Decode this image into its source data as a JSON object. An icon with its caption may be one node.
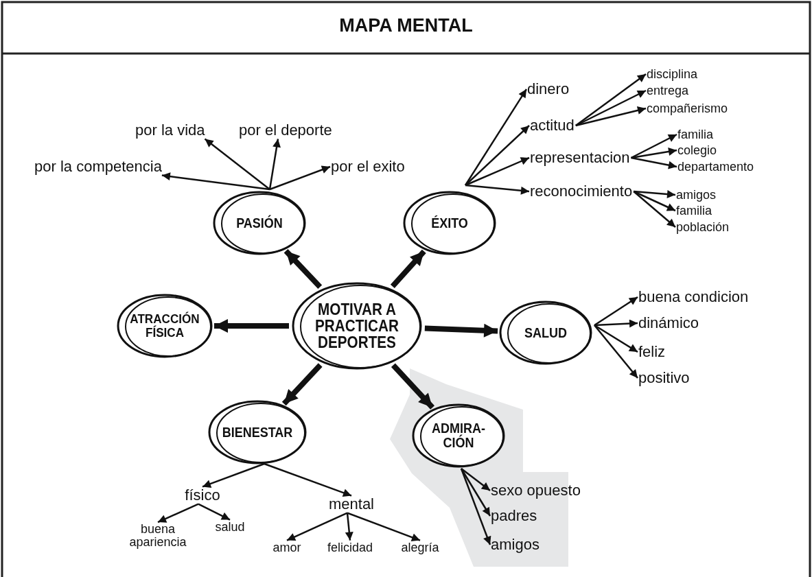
{
  "diagram": {
    "title": "MAPA MENTAL",
    "nodes": [
      {
        "text": [
          "MOTIVAR A PRACTICAR DEPORTES"
        ]
      },
      {
        "text": [
          "PASIÓN"
        ]
      },
      {
        "text": [
          "ÉXITO"
        ]
      },
      {
        "text": [
          "ATRACCIÓN FÍSICA"
        ]
      },
      {
        "text": [
          "SALUD"
        ]
      },
      {
        "text": [
          "BIENESTAR"
        ]
      },
      {
        "text": [],
        "shape": "box"
      },
      {
        "text": [
          "ADMIRA- CIÓN"
        ],
        "in": 6
      },
      {
        "text": [
          "por la vida"
        ]
      },
      {
        "text": [
          "por el deporte"
        ]
      },
      {
        "text": [
          "por la competencia"
        ]
      },
      {
        "text": [
          "por el exito"
        ]
      },
      {
        "text": [
          "dinero"
        ]
      },
      {
        "text": [
          "actitud"
        ]
      },
      {
        "text": [
          "representacion"
        ]
      },
      {
        "text": [
          "reconocimiento"
        ]
      },
      {
        "text": [
          "disciplina"
        ]
      },
      {
        "text": [
          "entrega"
        ]
      },
      {
        "text": [
          "compañerismo"
        ]
      },
      {
        "text": [
          "familia"
        ]
      },
      {
        "text": [
          "colegio"
        ]
      },
      {
        "text": [
          "departamento"
        ]
      },
      {
        "text": [
          "amigos"
        ]
      },
      {
        "text": [
          "familia"
        ]
      },
      {
        "text": [
          "población"
        ]
      },
      {
        "text": [
          "buena condicion"
        ]
      },
      {
        "text": [
          "dinámico"
        ]
      },
      {
        "text": [
          "feliz"
        ]
      },
      {
        "text": [
          "positivo"
        ]
      },
      {
        "text": [
          "físico"
        ]
      },
      {
        "text": [
          "mental"
        ]
      },
      {
        "text": [
          "buena apariencia"
        ]
      },
      {
        "text": [
          "salud"
        ]
      },
      {
        "text": [
          "amor"
        ]
      },
      {
        "text": [
          "felicidad"
        ]
      },
      {
        "text": [
          "alegría"
        ]
      },
      {
        "text": [
          "sexo opuesto"
        ],
        "in": 6
      },
      {
        "text": [
          "padres"
        ],
        "in": 6
      },
      {
        "text": [
          "amigos"
        ],
        "in": 6
      }
    ],
    "edges": [
      {
        "from": 0,
        "to": 1,
        "arrow": "to",
        "style": "thick"
      },
      {
        "from": 0,
        "to": 2,
        "arrow": "to",
        "style": "thick"
      },
      {
        "from": 0,
        "to": 3,
        "arrow": "to",
        "style": "thick"
      },
      {
        "from": 0,
        "to": 4,
        "arrow": "to",
        "style": "thick"
      },
      {
        "from": 0,
        "to": 5,
        "arrow": "to",
        "style": "thick"
      },
      {
        "from": 0,
        "to": 7,
        "arrow": "to",
        "style": "thick"
      },
      {
        "from": 1,
        "to": 8,
        "arrow": "to"
      },
      {
        "from": 1,
        "to": 9,
        "arrow": "to"
      },
      {
        "from": 1,
        "to": 10,
        "arrow": "to"
      },
      {
        "from": 1,
        "to": 11,
        "arrow": "to"
      },
      {
        "from": 2,
        "to": 12,
        "arrow": "to"
      },
      {
        "from": 2,
        "to": 13,
        "arrow": "to"
      },
      {
        "from": 2,
        "to": 14,
        "arrow": "to"
      },
      {
        "from": 2,
        "to": 15,
        "arrow": "to"
      },
      {
        "from": 13,
        "to": 16,
        "arrow": "to"
      },
      {
        "from": 13,
        "to": 17,
        "arrow": "to"
      },
      {
        "from": 13,
        "to": 18,
        "arrow": "to"
      },
      {
        "from": 14,
        "to": 19,
        "arrow": "to"
      },
      {
        "from": 14,
        "to": 20,
        "arrow": "to"
      },
      {
        "from": 14,
        "to": 21,
        "arrow": "to"
      },
      {
        "from": 15,
        "to": 22,
        "arrow": "to"
      },
      {
        "from": 15,
        "to": 23,
        "arrow": "to"
      },
      {
        "from": 15,
        "to": 24,
        "arrow": "to"
      },
      {
        "from": 4,
        "to": 25,
        "arrow": "to"
      },
      {
        "from": 4,
        "to": 26,
        "arrow": "to"
      },
      {
        "from": 4,
        "to": 27,
        "arrow": "to"
      },
      {
        "from": 4,
        "to": 28,
        "arrow": "to"
      },
      {
        "from": 5,
        "to": 29,
        "arrow": "to"
      },
      {
        "from": 5,
        "to": 30,
        "arrow": "to"
      },
      {
        "from": 29,
        "to": 31,
        "arrow": "to"
      },
      {
        "from": 29,
        "to": 32,
        "arrow": "to"
      },
      {
        "from": 30,
        "to": 33,
        "arrow": "to"
      },
      {
        "from": 30,
        "to": 34,
        "arrow": "to"
      },
      {
        "from": 30,
        "to": 35,
        "arrow": "to"
      },
      {
        "from": 7,
        "to": 36,
        "arrow": "to"
      },
      {
        "from": 7,
        "to": 37,
        "arrow": "to"
      },
      {
        "from": 7,
        "to": 38,
        "arrow": "to"
      }
    ]
  }
}
